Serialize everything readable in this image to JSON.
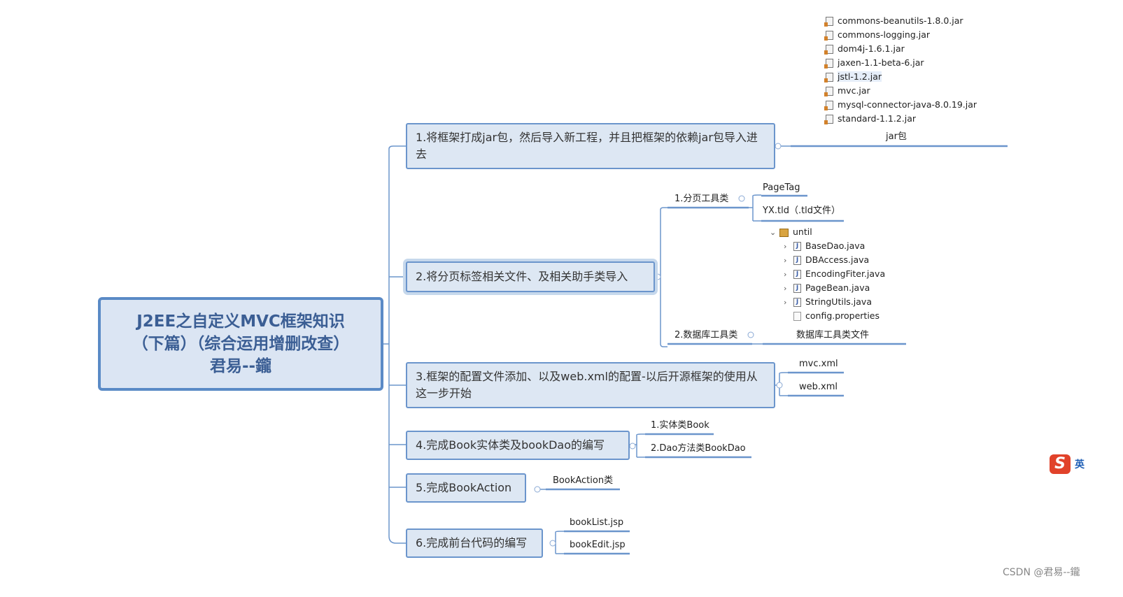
{
  "root": {
    "line1": "J2EE之自定义MVC框架知识",
    "line2": "（下篇）（综合运用增删改查）",
    "line3": "君易--鑨"
  },
  "topics": [
    "1.将框架打成jar包，然后导入新工程，并且把框架的依赖jar包导入进去",
    "2.将分页标签相关文件、及相关助手类导入",
    "3.框架的配置文件添加、以及web.xml的配置-以后开源框架的使用从这一步开始",
    "4.完成Book实体类及bookDao的编写",
    "5.完成BookAction",
    "6.完成前台代码的编写"
  ],
  "jars": [
    "commons-beanutils-1.8.0.jar",
    "commons-logging.jar",
    "dom4j-1.6.1.jar",
    "jaxen-1.1-beta-6.jar",
    "jstl-1.2.jar",
    "mvc.jar",
    "mysql-connector-java-8.0.19.jar",
    "standard-1.1.2.jar"
  ],
  "jar_label": "jar包",
  "sub2": {
    "paging": "1.分页工具类",
    "paging_children": [
      "PageTag",
      "YX.tld（.tld文件）"
    ],
    "db": "2.数据库工具类",
    "db_child": "数据库工具类文件",
    "tree_folder": "until",
    "tree_files": [
      "BaseDao.java",
      "DBAccess.java",
      "EncodingFiter.java",
      "PageBean.java",
      "StringUtils.java",
      "config.properties"
    ]
  },
  "sub3": [
    "mvc.xml",
    "web.xml"
  ],
  "sub4": [
    "1.实体类Book",
    "2.Dao方法类BookDao"
  ],
  "sub5": [
    "BookAction类"
  ],
  "sub6": [
    "bookList.jsp",
    "bookEdit.jsp"
  ],
  "ime": {
    "logo": "S",
    "lang": "英"
  },
  "watermark": "CSDN @君易--鑨",
  "colors": {
    "line": "#6b95cc",
    "underline": "#5a8ac6",
    "topic_fill": "#dde7f3",
    "root_border": "#5a8ac6"
  }
}
